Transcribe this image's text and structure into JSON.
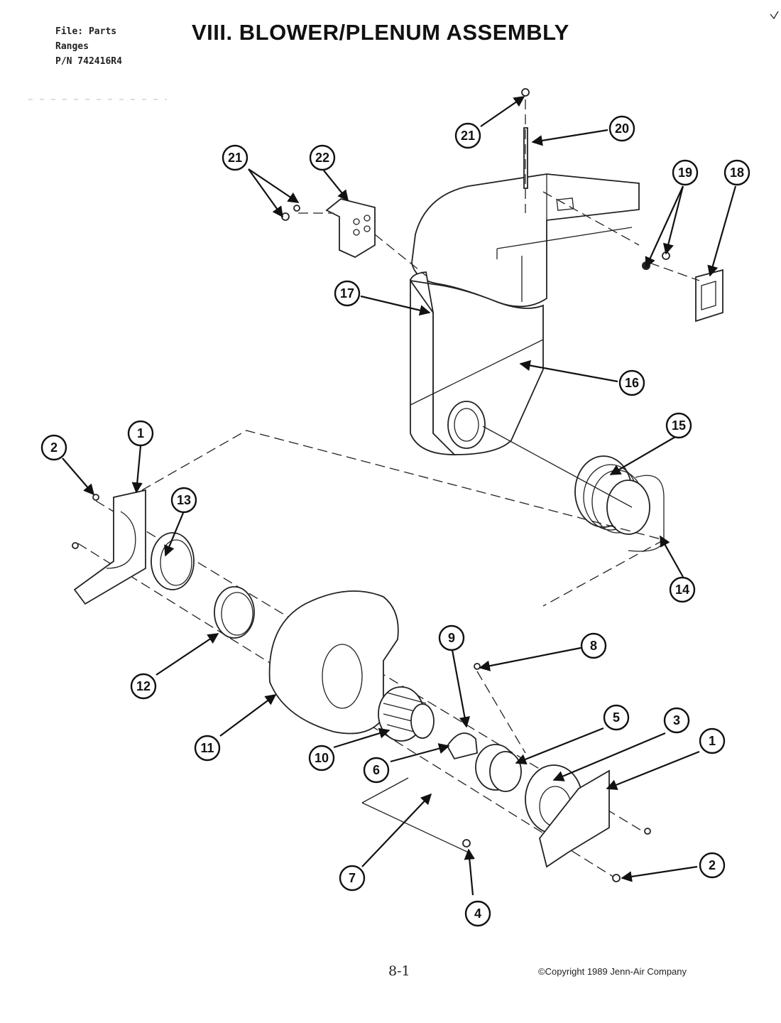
{
  "file_info": {
    "line1": "File: Parts",
    "line2": "Ranges",
    "line3": "P/N 742416R4"
  },
  "title": "VIII. BLOWER/PLENUM ASSEMBLY",
  "page_number": "8-1",
  "copyright": "©Copyright 1989 Jenn-Air Company",
  "callouts": [
    "21",
    "22",
    "21",
    "20",
    "19",
    "18",
    "17",
    "16",
    "15",
    "14",
    "2",
    "1",
    "13",
    "12",
    "11",
    "10",
    "9",
    "8",
    "6",
    "5",
    "3",
    "1",
    "7",
    "4",
    "2"
  ]
}
